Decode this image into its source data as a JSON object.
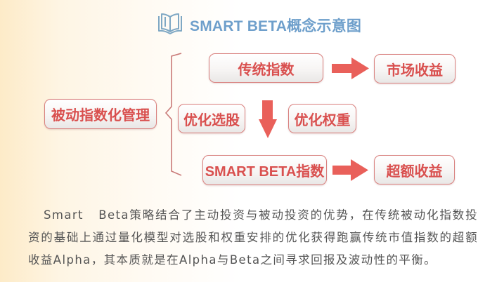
{
  "title": {
    "icon": "book-icon",
    "text": "SMART BETA概念示意图",
    "color": "#6e9fcb"
  },
  "diagram": {
    "root": {
      "label": "被动指数化管理"
    },
    "branches": {
      "traditional_index": {
        "label": "传统指数"
      },
      "market_return": {
        "label": "市场收益"
      },
      "optimize_stock": {
        "label": "优化选股"
      },
      "optimize_weight": {
        "label": "优化权重"
      },
      "smart_beta_index": {
        "label": "SMART BETA指数"
      },
      "excess_return": {
        "label": "超额收益"
      }
    },
    "edges": [
      {
        "from": "传统指数",
        "to": "市场收益",
        "type": "right-arrow"
      },
      {
        "from": "传统指数",
        "to": "SMART BETA指数",
        "type": "down-arrow",
        "via": [
          "优化选股",
          "优化权重"
        ]
      },
      {
        "from": "SMART BETA指数",
        "to": "超额收益",
        "type": "right-arrow"
      }
    ],
    "colors": {
      "accent": "#e9605a",
      "box_border": "#d9807e",
      "box_text": "#d9504f",
      "bracket": "#c97a78"
    }
  },
  "paragraph": {
    "text": "Smart   Beta策略结合了主动投资与被动投资的优势，在传统被动化指数投资的基础上通过量化模型对选股和权重安排的优化获得跑赢传统市值指数的超额收益Alpha，其本质就是在Alpha与Beta之间寻求回报及波动性的平衡。"
  }
}
